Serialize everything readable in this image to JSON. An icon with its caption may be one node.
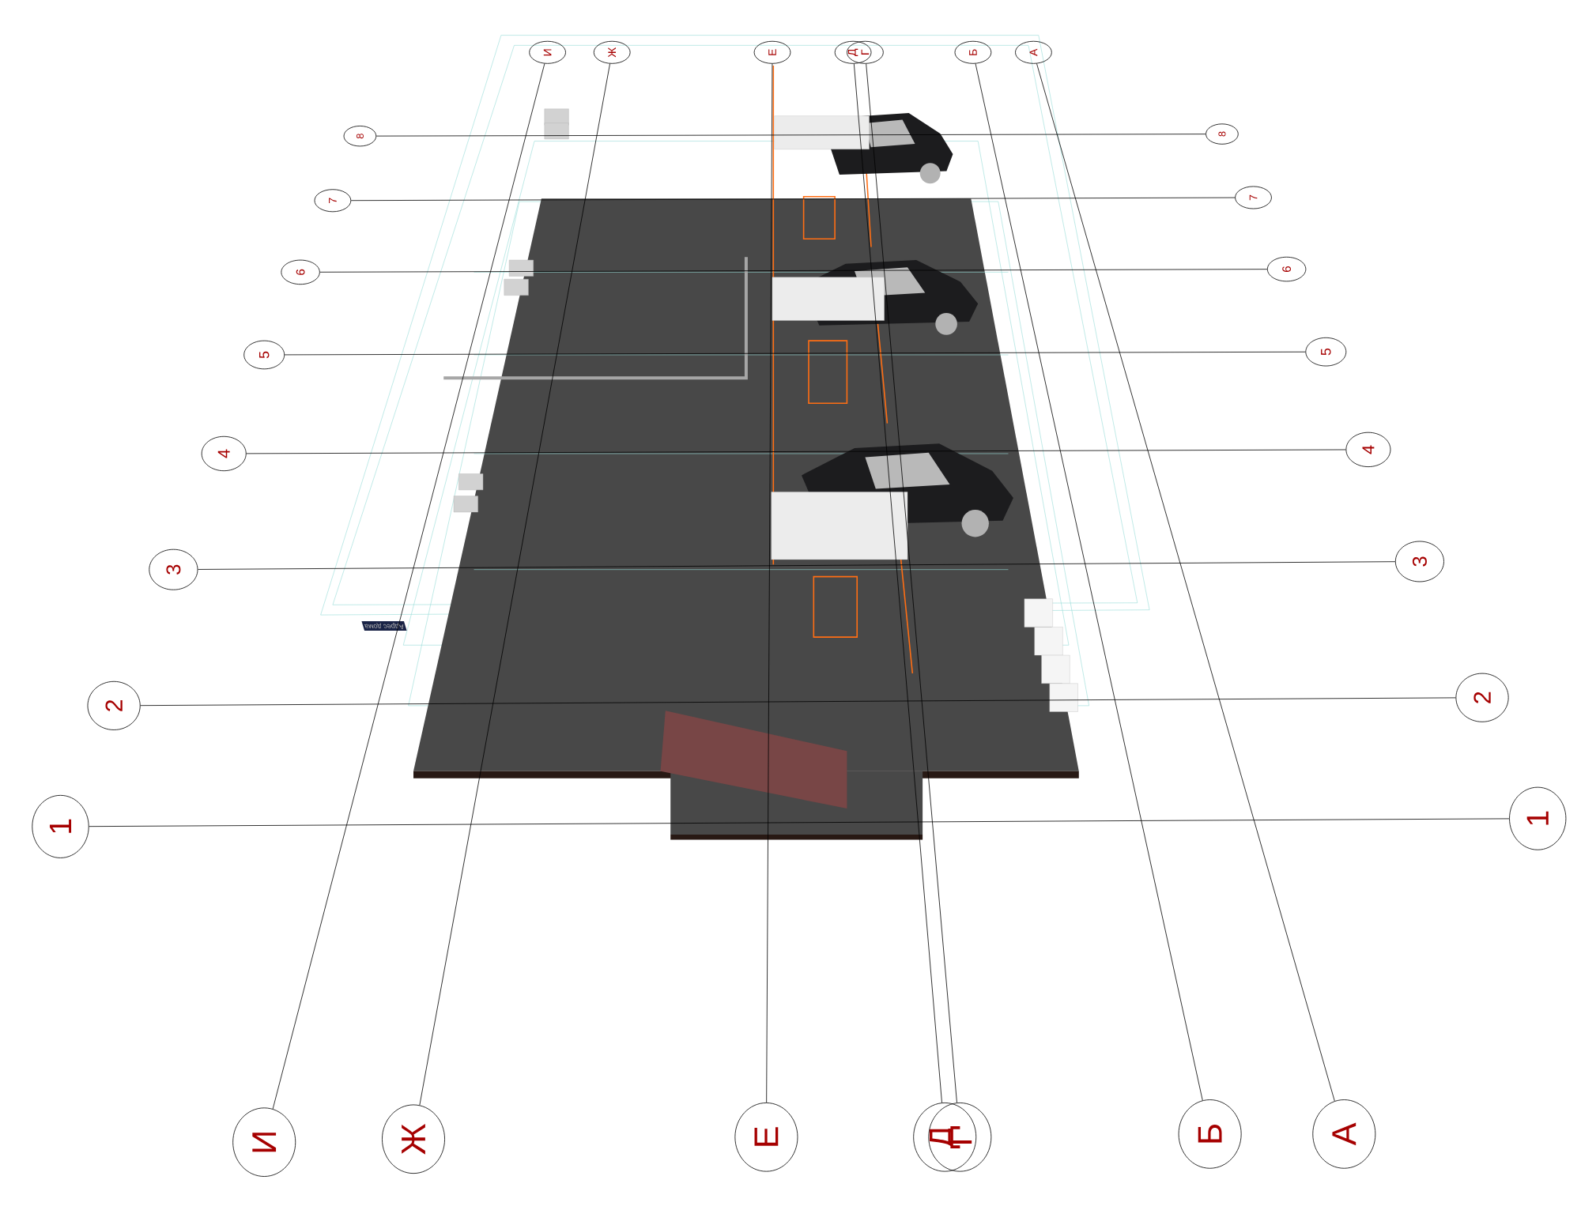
{
  "diagram": {
    "nodes": [
      {
        "text": [
          "И"
        ]
      },
      {
        "text": [
          "Ж"
        ]
      },
      {
        "text": [
          "Е"
        ]
      },
      {
        "text": [
          "Д"
        ]
      },
      {
        "text": [
          "Г"
        ]
      },
      {
        "text": [
          "Б"
        ]
      },
      {
        "text": [
          "А"
        ]
      },
      {
        "text": [
          "8"
        ]
      },
      {
        "text": [
          "8"
        ]
      },
      {
        "text": [
          "7"
        ]
      },
      {
        "text": [
          "7"
        ]
      },
      {
        "text": [
          "6"
        ]
      },
      {
        "text": [
          "6"
        ]
      },
      {
        "text": [
          "5"
        ]
      },
      {
        "text": [
          "5"
        ]
      },
      {
        "text": [
          "4"
        ]
      },
      {
        "text": [
          "4"
        ]
      },
      {
        "text": [
          "3"
        ]
      },
      {
        "text": [
          "3"
        ]
      },
      {
        "text": [
          "2"
        ]
      },
      {
        "text": [
          "2"
        ]
      },
      {
        "text": [
          "1"
        ]
      },
      {
        "text": [
          "1"
        ]
      },
      {
        "text": [
          "И"
        ]
      },
      {
        "text": [
          "Ж"
        ]
      },
      {
        "text": [
          "Е"
        ]
      },
      {
        "text": [
          "Д"
        ]
      },
      {
        "text": [
          "Г"
        ]
      },
      {
        "text": [
          "Б"
        ]
      },
      {
        "text": [
          "А"
        ]
      }
    ],
    "edges": [
      {
        "from": 7,
        "to": 8,
        "arrow": "none"
      },
      {
        "from": 9,
        "to": 10,
        "arrow": "none"
      },
      {
        "from": 11,
        "to": 12,
        "arrow": "none"
      },
      {
        "from": 13,
        "to": 14,
        "arrow": "none"
      },
      {
        "from": 15,
        "to": 16,
        "arrow": "none"
      },
      {
        "from": 17,
        "to": 18,
        "arrow": "none"
      },
      {
        "from": 19,
        "to": 20,
        "arrow": "none"
      },
      {
        "from": 21,
        "to": 22,
        "arrow": "none"
      },
      {
        "from": 0,
        "to": 23,
        "arrow": "none"
      },
      {
        "from": 1,
        "to": 24,
        "arrow": "none"
      },
      {
        "from": 2,
        "to": 25,
        "arrow": "none"
      },
      {
        "from": 3,
        "to": 26,
        "arrow": "none"
      },
      {
        "from": 4,
        "to": 27,
        "arrow": "none"
      },
      {
        "from": 5,
        "to": 28,
        "arrow": "none"
      },
      {
        "from": 6,
        "to": 29,
        "arrow": "none"
      }
    ],
    "labels": [
      "Адрес дома"
    ]
  }
}
